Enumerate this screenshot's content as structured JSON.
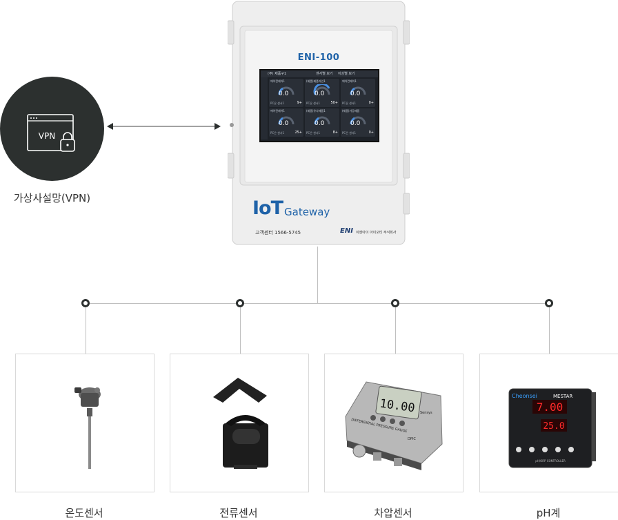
{
  "vpn": {
    "icon_text": "VPN",
    "label": "가상사설망(VPN)"
  },
  "gateway": {
    "model": "ENI-100",
    "brand_iot": "IoT",
    "brand_gateway": "Gateway",
    "service_center": "고객센터 1566-5745",
    "maker_logo": "ENI",
    "maker_name": "이엔아이 아이오티 주식회사",
    "screen": {
      "tabs": [
        "(주) 제품구1",
        "센서별 보기",
        "이상별 보기"
      ],
      "tiles": [
        {
          "title": "에어컨제어1",
          "value": "0.0",
          "sub": "PC온 센서1",
          "count": "9+"
        },
        {
          "title": "(제품)제품라인1",
          "value": "0.0",
          "sub": "PC온 센서1",
          "count": "50+"
        },
        {
          "title": "에어컨제어1",
          "value": "0.0",
          "sub": "PC온 센서1",
          "count": "0+"
        },
        {
          "title": "에어컨제어1",
          "value": "0.0",
          "sub": "PC온 센서1",
          "count": "25+"
        },
        {
          "title": "(제품)유사제품1",
          "value": "0.0",
          "sub": "PC온 센서1",
          "count": "8+"
        },
        {
          "title": "(제품)가공제품",
          "value": "0.0",
          "sub": "PC온 센서1",
          "count": "0+"
        }
      ]
    }
  },
  "sensors": [
    {
      "label": "온도센서"
    },
    {
      "label": "전류센서"
    },
    {
      "label": "차압센서",
      "display": "10.00",
      "brand": "Sensys",
      "caption": "DIFFERENTIAL PRESSURE GAUGE",
      "model": "DPIC"
    },
    {
      "label": "pH계",
      "brand": "Cheonsei",
      "model": "MESTAR",
      "reading1": "7.00",
      "reading2": "25.0",
      "footer": "pH/ORP CONTROLLER"
    }
  ],
  "colors": {
    "dark": "#2c302f",
    "accent": "#1e62a8",
    "line": "#bfbfbf",
    "led": "#ff2a2a"
  }
}
